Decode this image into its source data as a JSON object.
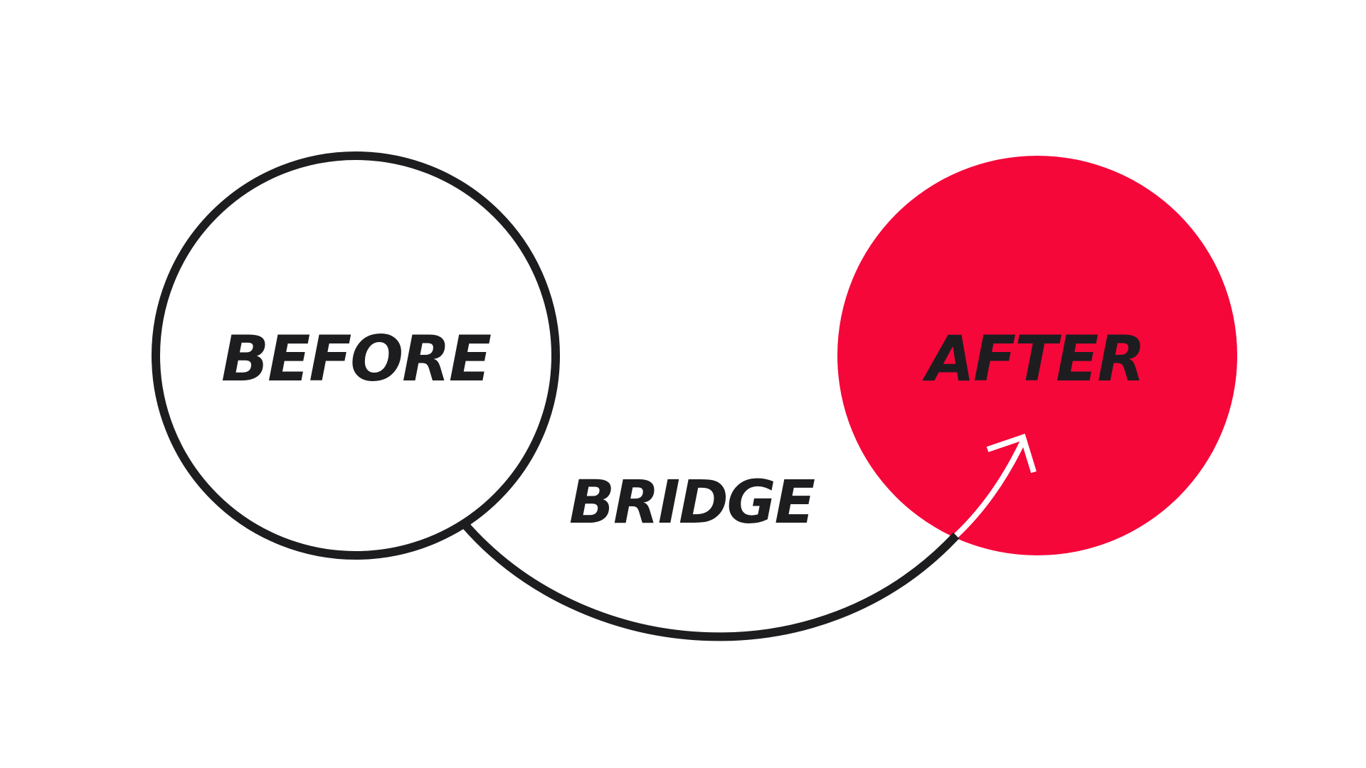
{
  "labels": {
    "before": "BEFORE",
    "bridge": "BRIDGE",
    "after": "AFTER"
  },
  "colors": {
    "background": "#ffffff",
    "stroke": "#1d1d1f",
    "accent": "#f5073a",
    "arrow": "#ffffff"
  }
}
